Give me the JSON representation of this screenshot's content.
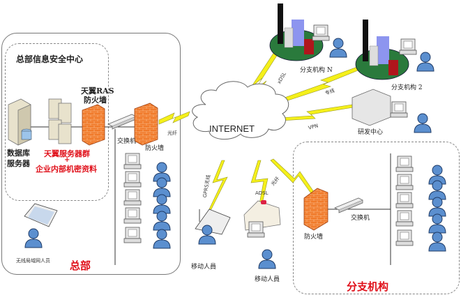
{
  "headquarters": {
    "title": "总部",
    "security_center": {
      "title": "总部信息安全中心",
      "db_server_label_1": "数据库",
      "db_server_label_2": "服务器",
      "server_cluster_label_1": "天翼服务器群",
      "server_cluster_plus": "+",
      "server_cluster_label_2": "企业内部机密资料",
      "ras_firewall_label_1": "天翼RAS",
      "ras_firewall_label_2": "防火墙"
    },
    "switch_label": "交换机",
    "firewall_label": "防火墙",
    "wireless_user_label": "无线局域网人员",
    "fiber_label": "光纤"
  },
  "internet": {
    "label": "INTERNET"
  },
  "links": {
    "xdsl": "xDSL",
    "leased_line": "专线",
    "vpn": "VPN",
    "gprs": "GPRS无线",
    "adsl": "ADSL",
    "fiber_branch": "光纤"
  },
  "remote_sites": {
    "branch_n": "分支机构 N",
    "branch_2": "分支机构 2",
    "rnd_center": "研发中心"
  },
  "mobile": {
    "user_1": "移动人員",
    "user_2": "移动人員"
  },
  "branch": {
    "title": "分支机构",
    "firewall_label": "防火墙",
    "switch_label": "交换机"
  },
  "colors": {
    "lightning": "#f5f01a",
    "firewall": "#f07a2a",
    "person": "#5b8fcf",
    "red_text": "#e0101a"
  }
}
